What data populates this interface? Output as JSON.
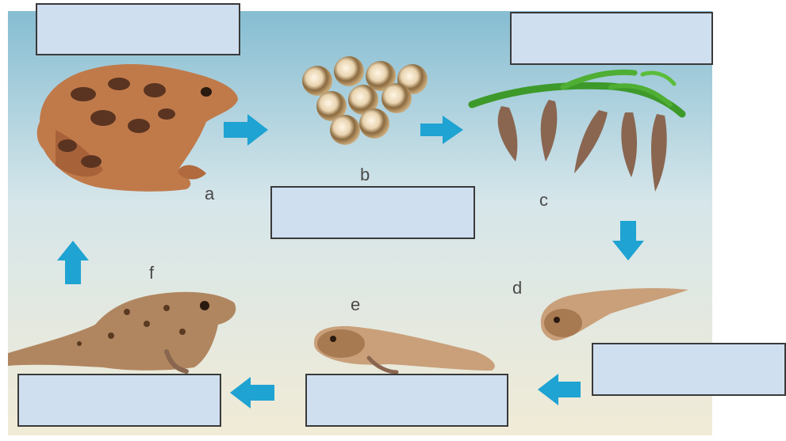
{
  "diagram": {
    "stages": [
      {
        "letter": "a",
        "name": "adult-frog"
      },
      {
        "letter": "b",
        "name": "eggs"
      },
      {
        "letter": "c",
        "name": "hatchlings-on-plant"
      },
      {
        "letter": "d",
        "name": "tadpole"
      },
      {
        "letter": "e",
        "name": "tadpole-with-legs"
      },
      {
        "letter": "f",
        "name": "froglet-with-tail"
      }
    ],
    "label_boxes": [
      "",
      "",
      "",
      "",
      "",
      ""
    ],
    "colors": {
      "background_top": "#86bdd2",
      "background_mid": "#d6e6ea",
      "background_bottom": "#f1ebd6",
      "arrow": "#1fa3d2",
      "label_box": "#cfdff0",
      "label_border": "#3a3a3a"
    }
  }
}
